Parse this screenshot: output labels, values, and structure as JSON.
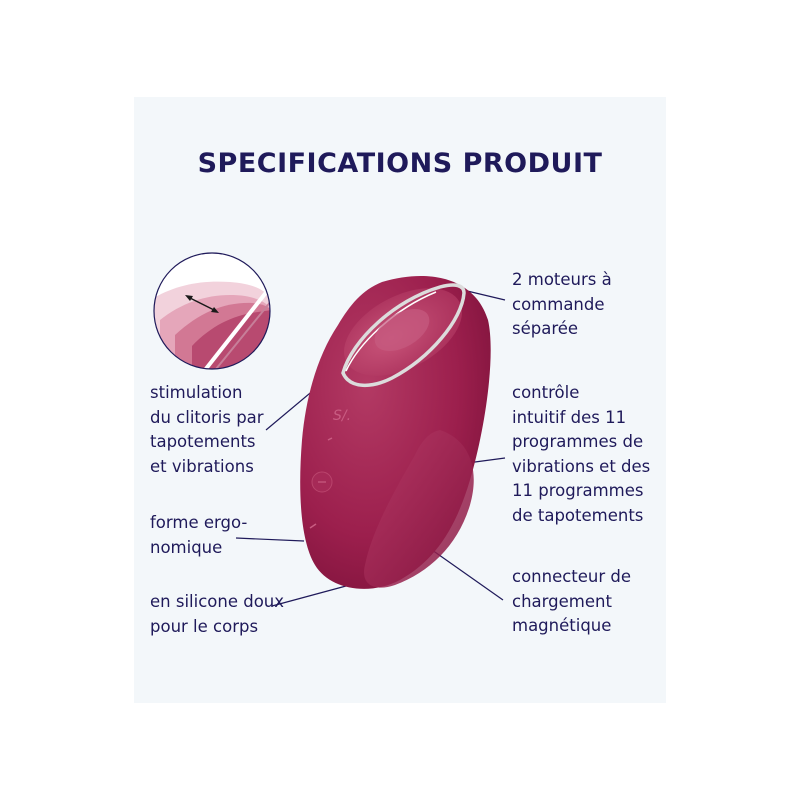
{
  "title": "SPECIFICATIONS PRODUIT",
  "labels": {
    "motors": "2 moteurs à\ncommande\nséparée",
    "stimulation": "stimulation\ndu clitoris par\ntapotements\net vibrations",
    "control": "contrôle\nintuitif des 11\nprogrammes de\nvibrations et des\n11 programmes\nde tapotements",
    "ergonomic": "forme ergo-\nnomique",
    "silicone": "en silicone doux\npour le corps",
    "charging": "connecteur de\nchargement\nmagnétique"
  },
  "colors": {
    "text": "#1f1a5a",
    "panel": "#f3f7fa",
    "product": "#9c1f4d",
    "product_light": "#c0476f",
    "rim": "#d9d9d9"
  },
  "icons": {
    "detail": "tapping-detail-zoom",
    "arrow": "double-arrow-icon"
  }
}
